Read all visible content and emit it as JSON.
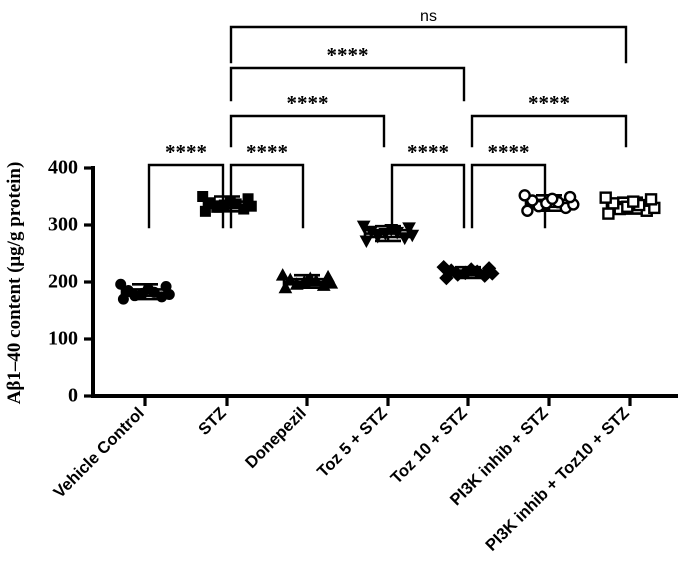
{
  "chart_data": {
    "type": "box",
    "title": "",
    "xlabel": "",
    "ylabel": "Aβ1–40 content (μg/g protein)",
    "ylim": [
      0,
      400
    ],
    "yticks": [
      0,
      100,
      200,
      300,
      400
    ],
    "ytick_labels": [
      "0",
      "100",
      "200",
      "300",
      "400"
    ],
    "grid": false,
    "legend": "none",
    "categories": [
      "Vehicle Control",
      "STZ",
      "Donepezil",
      "Toz 5 + STZ",
      "Toz 10 + STZ",
      "PI3K inhib + STZ",
      "PI3K inhib + Toz10 + STZ"
    ],
    "groups": [
      {
        "name": "Vehicle Control",
        "marker": "filled-circle",
        "median": 181,
        "q1": 176,
        "q3": 187,
        "whisker_low": 170,
        "whisker_high": 196,
        "points": [
          170,
          174,
          176,
          178,
          180,
          182,
          185,
          188,
          192,
          196
        ]
      },
      {
        "name": "STZ",
        "marker": "filled-square",
        "median": 335,
        "q1": 330,
        "q3": 341,
        "whisker_low": 324,
        "whisker_high": 350,
        "points": [
          324,
          328,
          331,
          333,
          335,
          337,
          339,
          342,
          346,
          350
        ]
      },
      {
        "name": "Donepezil",
        "marker": "filled-triangle-up",
        "median": 200,
        "q1": 196,
        "q3": 205,
        "whisker_low": 190,
        "whisker_high": 212,
        "points": [
          190,
          194,
          196,
          198,
          200,
          202,
          204,
          206,
          209,
          212
        ]
      },
      {
        "name": "Toz 5 + STZ",
        "marker": "filled-triangle-down",
        "median": 285,
        "q1": 279,
        "q3": 291,
        "whisker_low": 272,
        "whisker_high": 298,
        "points": [
          272,
          277,
          280,
          282,
          285,
          287,
          289,
          292,
          295,
          298
        ]
      },
      {
        "name": "Toz 10 + STZ",
        "marker": "filled-diamond",
        "median": 216,
        "q1": 212,
        "q3": 220,
        "whisker_low": 207,
        "whisker_high": 226,
        "points": [
          207,
          211,
          213,
          215,
          216,
          218,
          220,
          222,
          224,
          226
        ]
      },
      {
        "name": "PI3K inhib + STZ",
        "marker": "open-circle",
        "median": 338,
        "q1": 332,
        "q3": 344,
        "whisker_low": 325,
        "whisker_high": 352,
        "points": [
          325,
          330,
          333,
          336,
          338,
          340,
          343,
          346,
          349,
          352
        ]
      },
      {
        "name": "PI3K inhib + Toz10 + STZ",
        "marker": "open-square",
        "median": 332,
        "q1": 327,
        "q3": 340,
        "whisker_low": 320,
        "whisker_high": 348,
        "points": [
          320,
          325,
          328,
          330,
          332,
          335,
          338,
          341,
          345,
          348
        ]
      }
    ],
    "annotations": [
      {
        "label": "ns",
        "from": "STZ",
        "to": "PI3K inhib + Toz10 + STZ",
        "level": 1
      },
      {
        "label": "****",
        "from": "STZ",
        "to": "Toz 10 + STZ",
        "level": 2
      },
      {
        "label": "****",
        "from": "STZ",
        "to": "Toz 5 + STZ",
        "level": 3
      },
      {
        "label": "****",
        "from": "Toz 10 + STZ",
        "to": "PI3K inhib + Toz10 + STZ",
        "level": 3
      },
      {
        "label": "****",
        "from": "Vehicle Control",
        "to": "STZ",
        "level": 4
      },
      {
        "label": "****",
        "from": "STZ",
        "to": "Donepezil",
        "level": 4
      },
      {
        "label": "****",
        "from": "Toz 5 + STZ",
        "to": "Toz 10 + STZ",
        "level": 4
      },
      {
        "label": "****",
        "from": "Toz 10 + STZ",
        "to": "PI3K inhib + STZ",
        "level": 4
      }
    ]
  }
}
